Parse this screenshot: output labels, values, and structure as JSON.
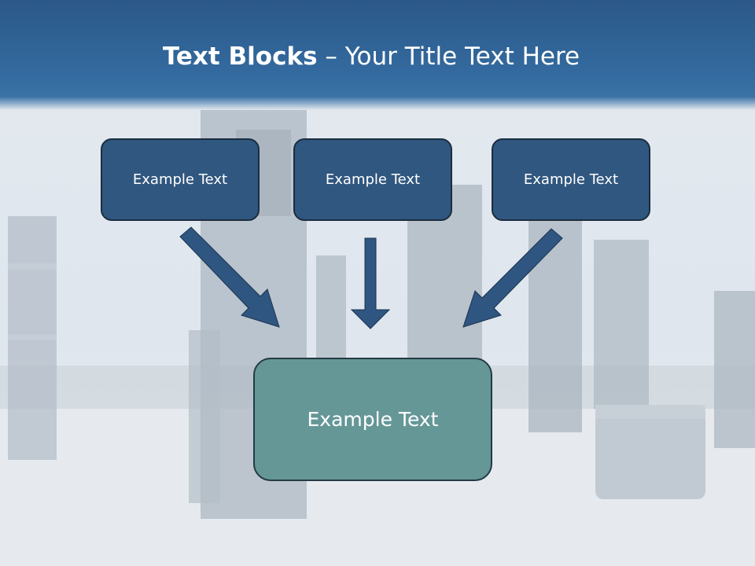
{
  "title": {
    "bold": "Text Blocks",
    "separator": " – ",
    "rest": "Your Title Text Here"
  },
  "boxes": {
    "left": "Example Text",
    "center": "Example Text",
    "right": "Example Text",
    "main": "Example Text"
  },
  "colors": {
    "header": "#2b5888",
    "box_fill": "#30577f",
    "main_box_fill": "#659797",
    "arrow_fill": "#2f5680"
  }
}
